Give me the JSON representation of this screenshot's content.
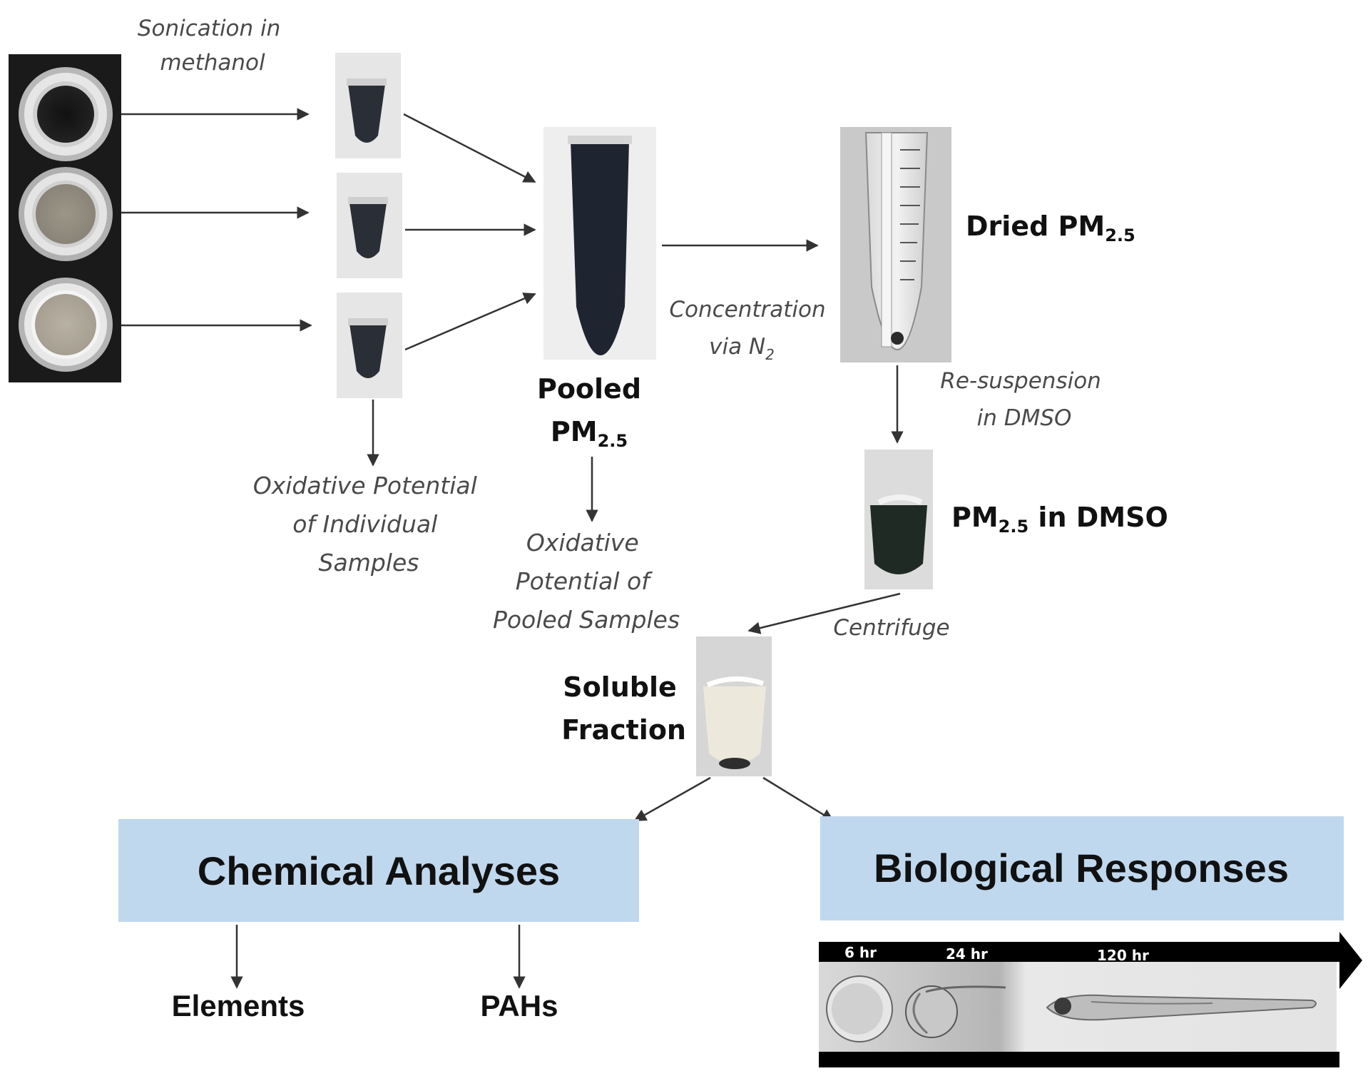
{
  "steps": {
    "sonication": [
      "Sonication in",
      "methanol"
    ],
    "op_individual": [
      "Oxidative Potential",
      "of Individual",
      "Samples"
    ],
    "pooled": {
      "line1": "Pooled",
      "main": "PM",
      "sub": "2.5"
    },
    "op_pooled": [
      "Oxidative",
      "Potential of",
      "Pooled Samples"
    ],
    "concentration": {
      "line1": "Concentration",
      "line2_main": "via N",
      "line2_sub": "2"
    },
    "dried": {
      "main": "Dried PM",
      "sub": "2.5"
    },
    "resuspension": [
      "Re-suspension",
      "in DMSO"
    ],
    "dmso": {
      "main": "PM",
      "sub": "2.5",
      "tail": " in DMSO"
    },
    "centrifuge": "Centrifuge",
    "soluble": [
      "Soluble",
      "Fraction"
    ]
  },
  "boxes": {
    "chemical": {
      "title": "Chemical Analyses",
      "color": "#c0d8ee"
    },
    "biological": {
      "title": "Biological Responses",
      "color": "#c0d8ee"
    }
  },
  "chemical_outputs": [
    "Elements",
    "PAHs"
  ],
  "timeline": {
    "labels": [
      "6 hr",
      "24 hr",
      "120 hr"
    ],
    "bar_color": "#000000"
  },
  "colors": {
    "arrow": "#333333",
    "pm_dark": "#1f2530",
    "filter_bg": "#1a1a1a"
  }
}
